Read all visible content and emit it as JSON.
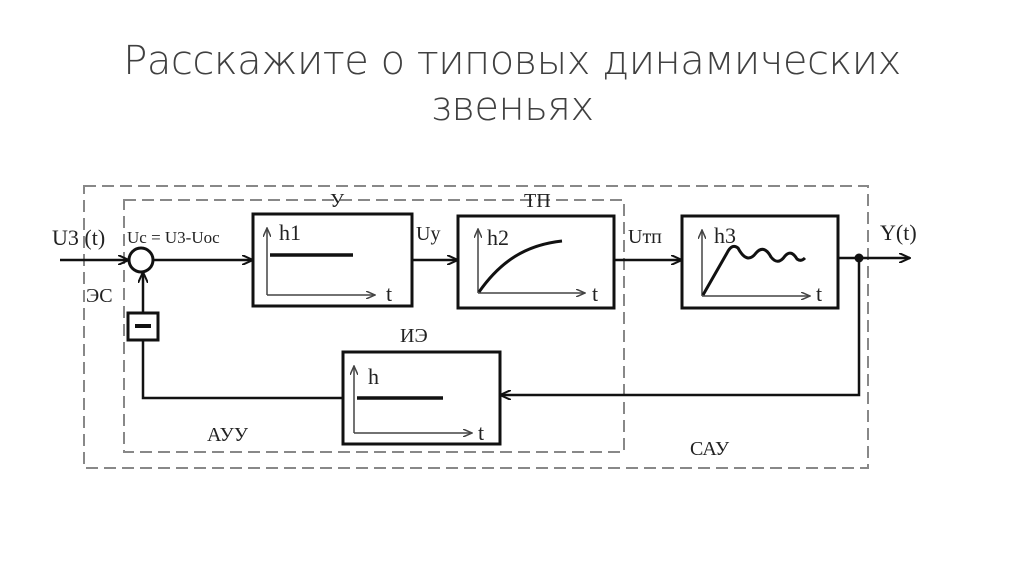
{
  "title_line1": "Расскажите о типовых динамических",
  "title_line2": "звеньях",
  "diagram": {
    "input_label": "U3 (t)",
    "error_label": "Uc = U3-Uoc",
    "comparator_label": "ЭС",
    "minus_sign": "−",
    "block_y": {
      "label": "У",
      "h": "h1",
      "t": "t"
    },
    "block_tp": {
      "label": "ТП",
      "h": "h2",
      "t": "t"
    },
    "block_obj": {
      "h": "h3",
      "t": "t"
    },
    "block_ie": {
      "label": "ИЭ",
      "h": "h",
      "t": "t"
    },
    "uy_label": "Uу",
    "utp_label": "Uтп",
    "output_label": "Y(t)",
    "auu_label": "АУУ",
    "sau_label": "САУ"
  }
}
